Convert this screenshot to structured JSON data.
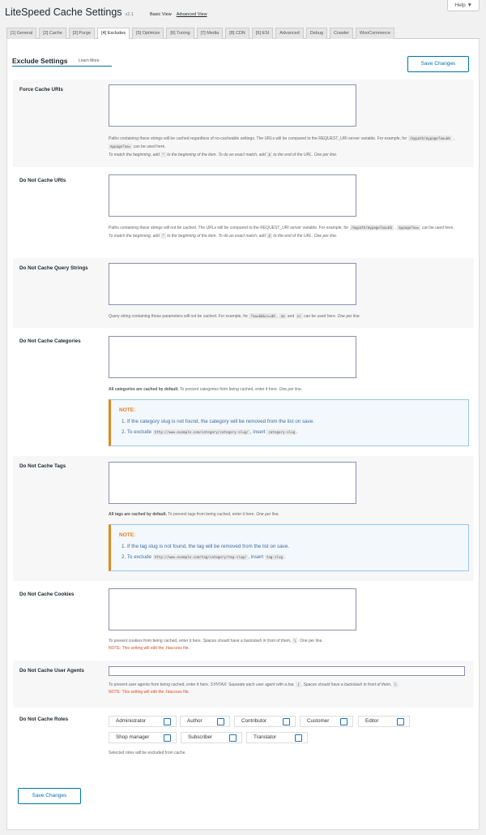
{
  "header": {
    "help_label": "Help ▼",
    "title": "LiteSpeed Cache Settings",
    "version": "v2.1",
    "basic_view": "Basic View",
    "advanced_view": "Advanced View"
  },
  "tabs": [
    {
      "label": "[1] General"
    },
    {
      "label": "[2] Cache"
    },
    {
      "label": "[3] Purge"
    },
    {
      "label": "[4] Excludes"
    },
    {
      "label": "[5] Optimize"
    },
    {
      "label": "[6] Tuning"
    },
    {
      "label": "[7] Media"
    },
    {
      "label": "[8] CDN"
    },
    {
      "label": "[9] ESI"
    },
    {
      "label": "Advanced"
    },
    {
      "label": "Debug"
    },
    {
      "label": "Crawler"
    },
    {
      "label": "WooCommerce"
    }
  ],
  "section": {
    "title": "Exclude Settings",
    "learn_more": "Learn More",
    "save_label": "Save Changes"
  },
  "force_uris": {
    "label": "Force Cache URIs",
    "desc1": "Paths containing these strings will be cached regardless of no-cacheable settings. The URLs will be compared to the REQUEST_URI server variable. For example, for",
    "code1": "/mypath/mypage?aa=bb",
    "code2": "mypage?aa=",
    "desc2": "can be used here.",
    "hint_a": "To match the beginning, add",
    "code_caret": "^",
    "hint_b": "to the beginning of the item. To do an exact match, add",
    "code_dollar": "$",
    "hint_c": "to the end of the URL. One per line."
  },
  "no_uris": {
    "label": "Do Not Cache URIs",
    "desc1": "Paths containing these strings will not be cached. The URLs will be compared to the REQUEST_URI server variable. For example, for",
    "code1": "/mypath/mypage?aa=bb",
    "code2": "mypage?aa=",
    "desc2": "can be used here.",
    "hint_a": "To match the beginning, add",
    "code_caret": "^",
    "hint_b": "to the beginning of the item. To do an exact match, add",
    "code_dollar": "$",
    "hint_c": "to the end of the URL. One per line."
  },
  "query": {
    "label": "Do Not Cache Query Strings",
    "desc1": "Query string containing these parameters will not be cached. For example, for",
    "code1": "?aa=bb&cc=dd",
    "comma": ",",
    "code2": "aa",
    "and": "and",
    "code3": "cc",
    "desc2": "can be used here.",
    "one_per_line": "One per line."
  },
  "categories": {
    "label": "Do Not Cache Categories",
    "desc_bold": "All categories are cached by default.",
    "desc": "To prevent categories from being cached, enter it here.",
    "one_per_line": "One per line.",
    "note_title": "NOTE:",
    "note1": "1. If the category slug is not found, the category will be removed from the list on save.",
    "note2a": "2. To exclude",
    "note2_code": "http://www.example.com/category/category-slug/",
    "note2b": ", insert",
    "note2_code2": "category-slug",
    "note2c": "."
  },
  "tags": {
    "label": "Do Not Cache Tags",
    "desc_bold": "All tags are cached by default.",
    "desc": "To prevent tags from being cached, enter it here.",
    "one_per_line": "One per line.",
    "note_title": "NOTE:",
    "note1": "1. If the tag slug is not found, the tag will be removed from the list on save.",
    "note2a": "2. To exclude",
    "note2_code": "http://www.example.com/tag/category/tag-slug/",
    "note2b": ", insert",
    "note2_code2": "tag-slug",
    "note2c": "."
  },
  "cookies": {
    "label": "Do Not Cache Cookies",
    "desc": "To prevent cookies from being cached, enter it here.",
    "desc_i": "Spaces should have a backslash in front of them,",
    "code": "\\",
    "desc_end": ". One per line.",
    "warn": "NOTE: This setting will edit the .htaccess file."
  },
  "agents": {
    "label": "Do Not Cache User Agents",
    "desc": "To prevent user agents from being cached, enter it here.",
    "desc_i": "SYNTAX: Separate each user agent with a bar,",
    "code1": "|",
    "desc_i2": ". Spaces should have a backslash in front of them,",
    "code2": "\\",
    "desc_end": ".",
    "warn": "NOTE: This setting will edit the .htaccess file."
  },
  "roles": {
    "label": "Do Not Cache Roles",
    "items": [
      {
        "name": "Administrator"
      },
      {
        "name": "Author"
      },
      {
        "name": "Contributor"
      },
      {
        "name": "Customer"
      },
      {
        "name": "Editor"
      },
      {
        "name": "Shop manager"
      },
      {
        "name": "Subscriber"
      },
      {
        "name": "Translator"
      }
    ],
    "desc": "Selected roles will be excluded from cache."
  },
  "footer": {
    "save_label": "Save Changes"
  }
}
